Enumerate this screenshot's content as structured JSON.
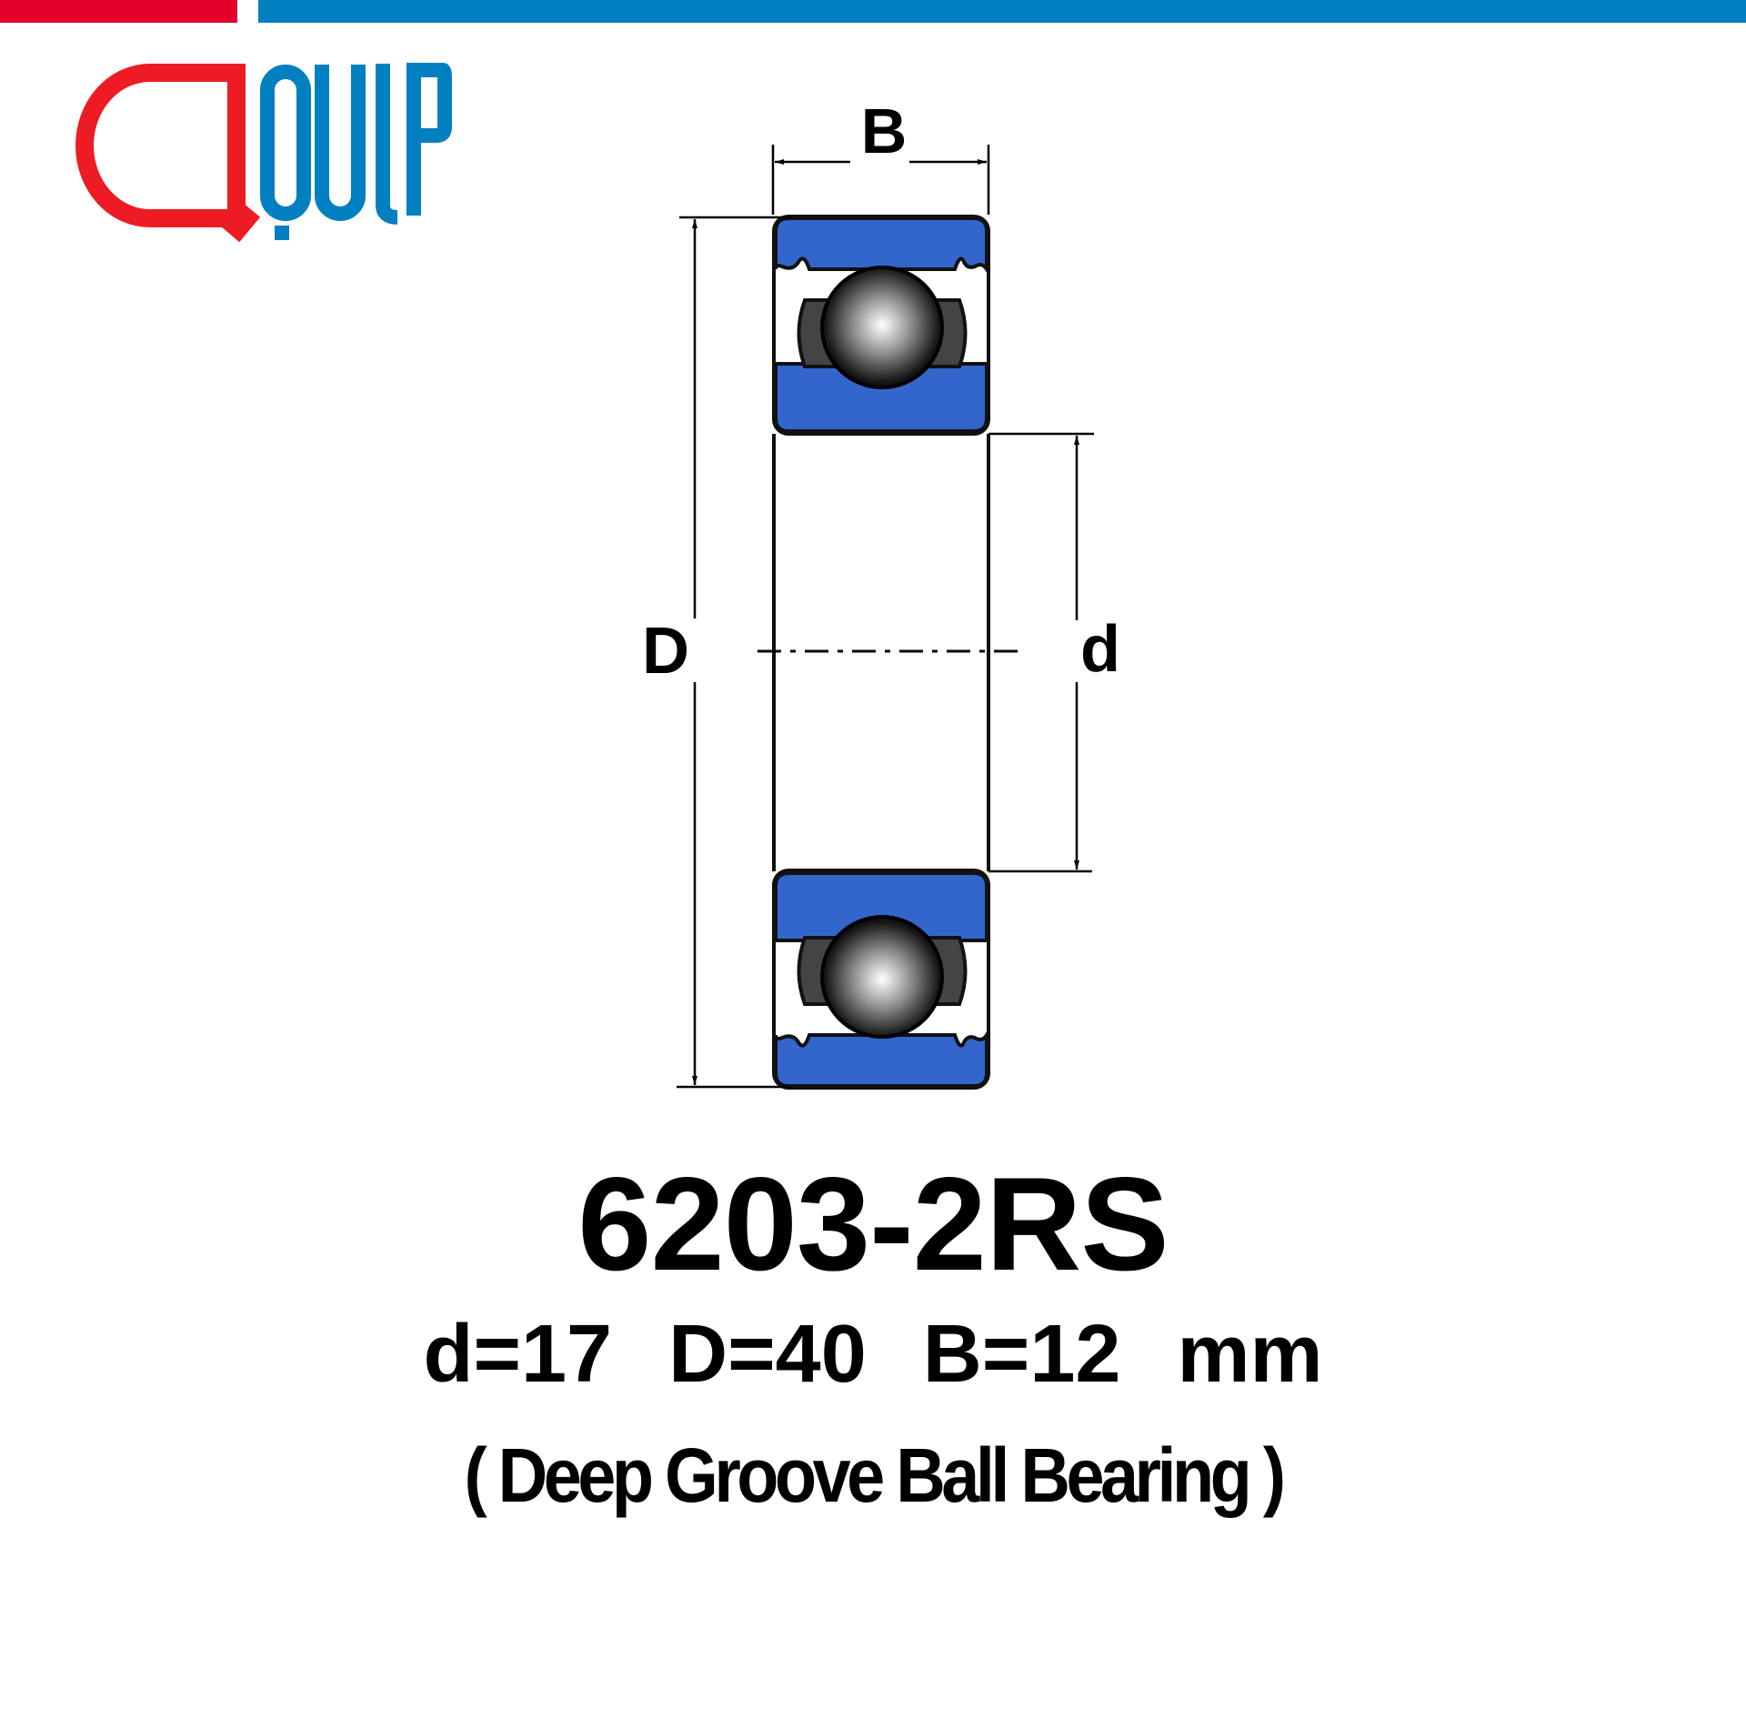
{
  "brand": {
    "logo_text": "QUIP",
    "colors": {
      "red": "#e4002b",
      "blue": "#0080c0",
      "logo_red": "#ed1c24"
    }
  },
  "drawing": {
    "labels": {
      "width": "B",
      "outer_diameter": "D",
      "bore": "d"
    },
    "colors": {
      "ring": "#3366cc",
      "outline": "#111111"
    }
  },
  "product": {
    "model": "6203-2RS",
    "specs": "d=17  D=40  B=12  mm",
    "type": "( Deep Groove Ball Bearing )"
  }
}
